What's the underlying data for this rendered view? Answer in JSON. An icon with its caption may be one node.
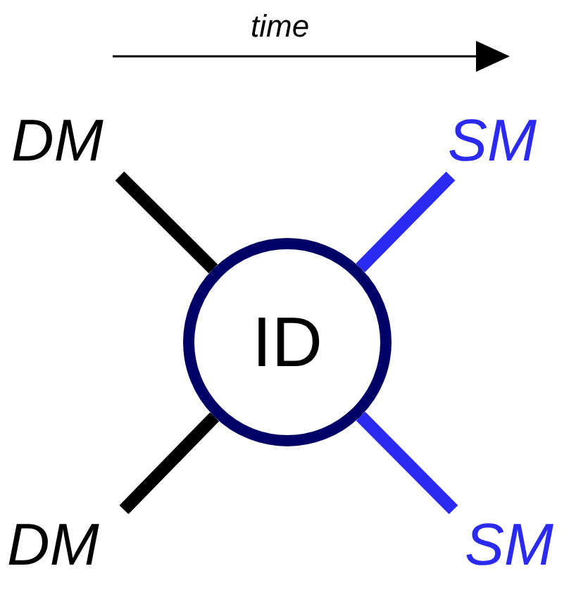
{
  "diagram": {
    "nodes": [
      {
        "text": [
          "DM"
        ]
      },
      {
        "text": [
          "SM"
        ]
      },
      {
        "text": [
          "ID"
        ]
      },
      {
        "text": [
          "DM"
        ]
      },
      {
        "text": [
          "SM"
        ]
      }
    ],
    "edges": [
      {
        "from": 0,
        "to": 2,
        "arrow": "none",
        "color": "#000000"
      },
      {
        "from": 2,
        "to": 1,
        "arrow": "none",
        "color": "#2a2af0"
      },
      {
        "from": 3,
        "to": 2,
        "arrow": "none",
        "color": "#000000"
      },
      {
        "from": 2,
        "to": 4,
        "arrow": "none",
        "color": "#2a2af0"
      }
    ],
    "labels": [
      "time"
    ]
  }
}
